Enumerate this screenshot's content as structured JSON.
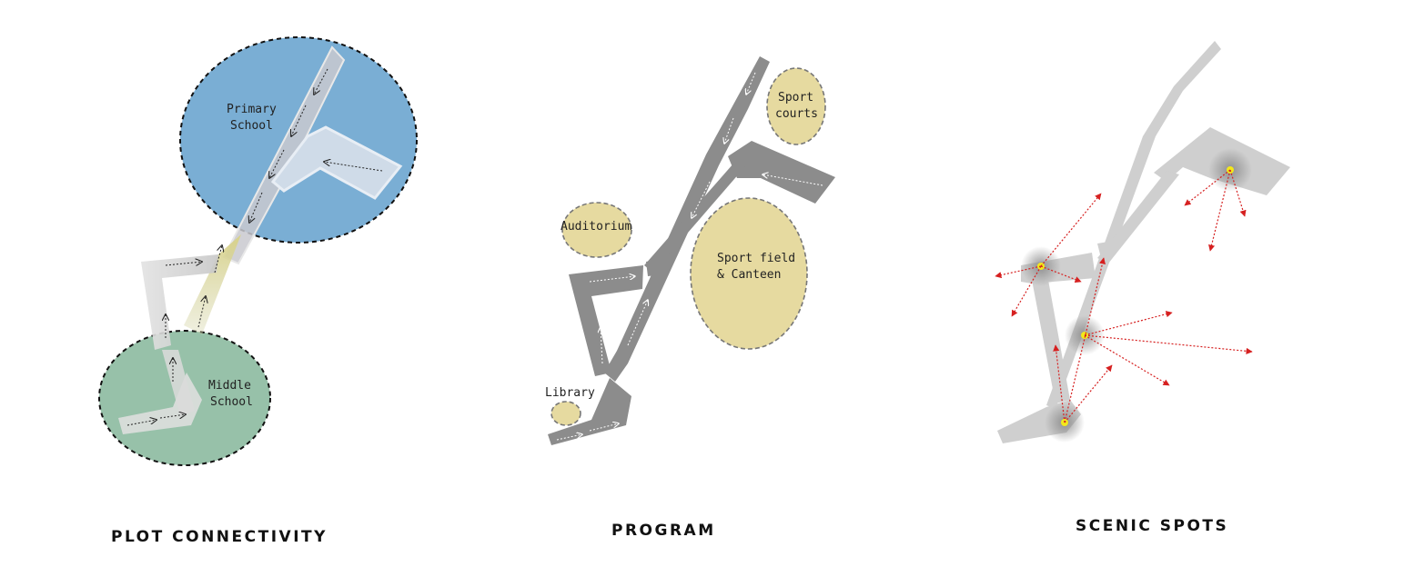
{
  "panels": {
    "connectivity": {
      "title": "PLOT CONNECTIVITY",
      "zones": [
        {
          "name": "primary",
          "lines": [
            "Primary",
            "School"
          ],
          "color": "#7aaed4"
        },
        {
          "name": "middle",
          "lines": [
            "Middle",
            "School"
          ],
          "color": "#97c1a9"
        }
      ]
    },
    "program": {
      "title": "PROGRAM",
      "zones": [
        {
          "name": "sport-courts",
          "lines": [
            "Sport",
            "courts"
          ]
        },
        {
          "name": "auditorium",
          "lines": [
            "Auditorium"
          ]
        },
        {
          "name": "sport-field",
          "lines": [
            "Sport field",
            "& Canteen"
          ]
        },
        {
          "name": "library",
          "lines": [
            "Library"
          ]
        }
      ],
      "zone_color": "#e6daa0",
      "path_color": "#8c8c8c"
    },
    "scenic": {
      "title": "SCENIC SPOTS",
      "path_color": "#cfcfcf",
      "spot_color": "#f4e81a",
      "ray_color": "#d62020"
    }
  }
}
